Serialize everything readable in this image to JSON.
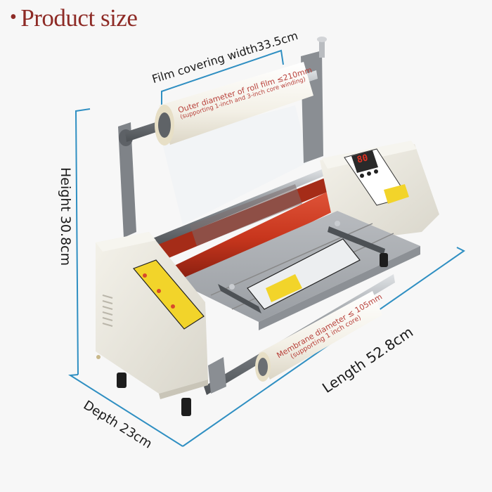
{
  "header": {
    "bullet": "•",
    "title": "Product size"
  },
  "dimensions": {
    "film_width": "Film covering width33.5cm",
    "height": "Height 30.8cm",
    "length": "Length 52.8cm",
    "depth": "Depth 23cm"
  },
  "roll_labels": {
    "upper_line1": "Outer diameter of roll film ≤210mm",
    "upper_line2": "(supporting 1-inch and 3-inch core winding)",
    "lower_line1": "Membrane diameter ≤ 105mm",
    "lower_line2": "(supporting 1 inch core)"
  },
  "control_panel": {
    "display": "80"
  },
  "colors": {
    "title": "#8e2b26",
    "dimension_line": "#2f8fc2",
    "roll_text": "#b8403a",
    "roller_red": "#c8361d",
    "body_cream": "#ece9df",
    "frame_gray": "#7f8388",
    "warning_yellow": "#f2d42a"
  }
}
